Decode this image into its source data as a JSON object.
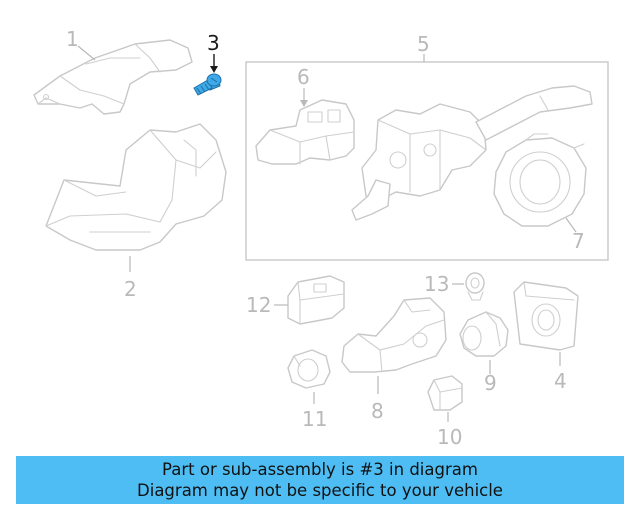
{
  "callouts": {
    "c1": "1",
    "c2": "2",
    "c3": "3",
    "c4": "4",
    "c5": "5",
    "c6": "6",
    "c7": "7",
    "c8": "8",
    "c9": "9",
    "c10": "10",
    "c11": "11",
    "c12": "12",
    "c13": "13"
  },
  "highlight_callout": "3",
  "colors": {
    "highlight_part": "#3ea9e6",
    "banner_background": "#4dbdf3",
    "line_art": "#c8c8c8"
  },
  "banner": {
    "line1": "Part or sub-assembly is #3 in diagram",
    "line2": "Diagram may not be specific to your vehicle"
  }
}
